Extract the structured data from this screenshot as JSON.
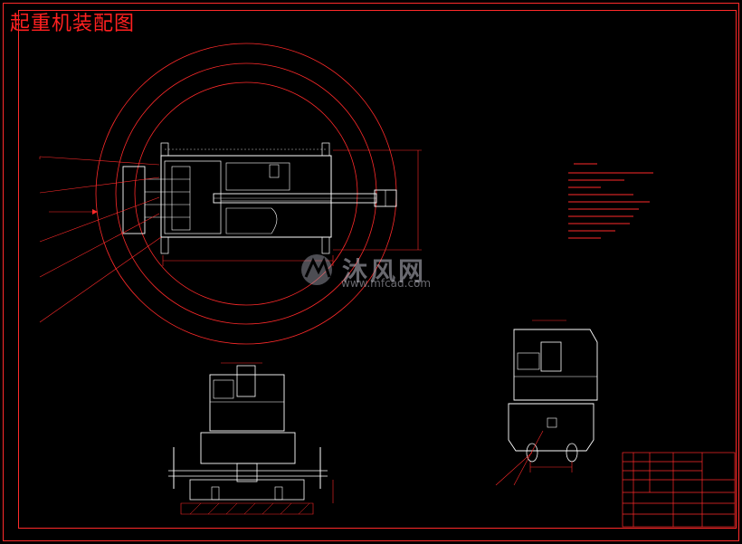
{
  "drawing": {
    "title": "起重机装配图"
  },
  "watermark": {
    "brand": "沐风网",
    "url": "www.mfcad.com"
  },
  "colors": {
    "background": "#000000",
    "border": "#ff2a2a",
    "geometry": "#ffffff",
    "annotation": "#ff3030",
    "watermark": "#b4b4be"
  }
}
